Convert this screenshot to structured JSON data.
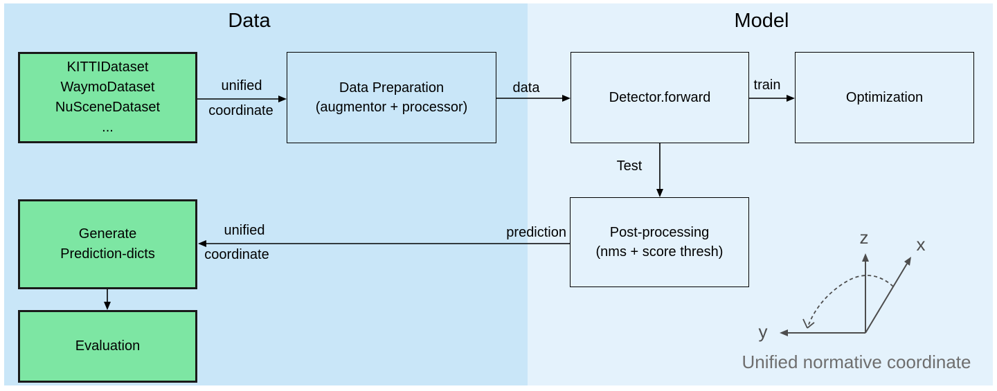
{
  "colors": {
    "panel-data-bg": "#c9e6f8",
    "panel-model-bg": "#e4f2fc",
    "box-green": "#7de6a3",
    "box-border-dark": "#1a1a1a",
    "axis-gray": "#4d4d4d",
    "caption-gray": "#6e6e6e"
  },
  "sections": {
    "data": "Data",
    "model": "Model"
  },
  "boxes": {
    "datasets": {
      "line1": "KITTIDataset",
      "line2": "WaymoDataset",
      "line3": "NuSceneDataset",
      "line4": "..."
    },
    "data_preparation": {
      "line1": "Data Preparation",
      "line2": "(augmentor + processor)"
    },
    "detector": {
      "label": "Detector.forward"
    },
    "optimization": {
      "label": "Optimization"
    },
    "post_processing": {
      "line1": "Post-processing",
      "line2": "(nms + score thresh)"
    },
    "generate_prediction": {
      "line1": "Generate",
      "line2": "Prediction-dicts"
    },
    "evaluation": {
      "label": "Evaluation"
    }
  },
  "arrow_labels": {
    "top_unified": "unified",
    "top_coordinate": "coordinate",
    "data": "data",
    "train": "train",
    "test": "Test",
    "prediction": "prediction",
    "bottom_unified": "unified",
    "bottom_coordinate": "coordinate"
  },
  "axis": {
    "z": "z",
    "x": "x",
    "y": "y",
    "caption": "Unified normative coordinate"
  }
}
